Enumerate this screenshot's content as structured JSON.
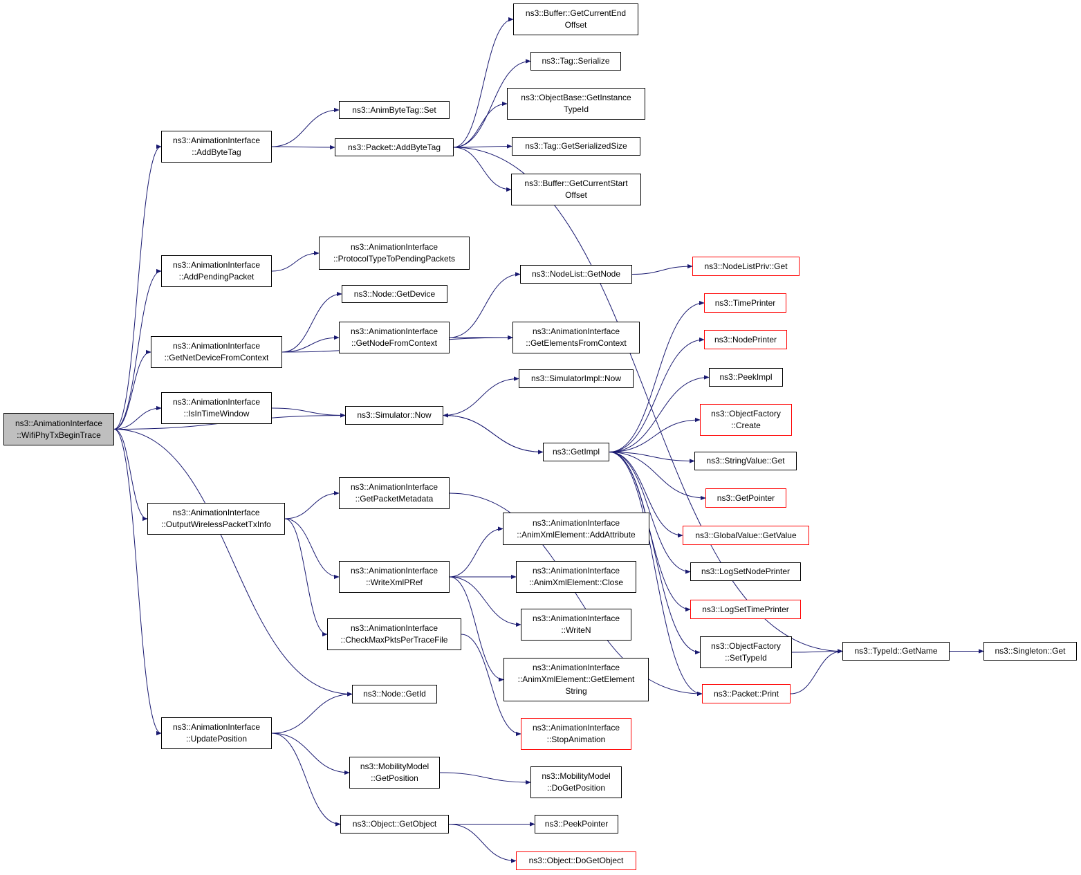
{
  "graph": {
    "edge_color": "#191970",
    "truncated_border_color": "#ff0000",
    "root_fill_color": "#bfbfbf",
    "nodes": [
      {
        "id": "wifi",
        "label": "ns3::AnimationInterface\n::WifiPhyTxBeginTrace",
        "root": true
      },
      {
        "id": "addbytetag",
        "label": "ns3::AnimationInterface\n::AddByteTag"
      },
      {
        "id": "addpending",
        "label": "ns3::AnimationInterface\n::AddPendingPacket"
      },
      {
        "id": "getnetdev",
        "label": "ns3::AnimationInterface\n::GetNetDeviceFromContext"
      },
      {
        "id": "isintime",
        "label": "ns3::AnimationInterface\n::IsInTimeWindow"
      },
      {
        "id": "outputwifi",
        "label": "ns3::AnimationInterface\n::OutputWirelessPacketTxInfo"
      },
      {
        "id": "updatepos",
        "label": "ns3::AnimationInterface\n::UpdatePosition"
      },
      {
        "id": "animbytetagset",
        "label": "ns3::AnimByteTag::Set"
      },
      {
        "id": "pktaddbytetag",
        "label": "ns3::Packet::AddByteTag"
      },
      {
        "id": "protocoltype",
        "label": "ns3::AnimationInterface\n::ProtocolTypeToPendingPackets"
      },
      {
        "id": "nodegetdevice",
        "label": "ns3::Node::GetDevice"
      },
      {
        "id": "getnodefromctx",
        "label": "ns3::AnimationInterface\n::GetNodeFromContext"
      },
      {
        "id": "simnow",
        "label": "ns3::Simulator::Now"
      },
      {
        "id": "getpktmeta",
        "label": "ns3::AnimationInterface\n::GetPacketMetadata"
      },
      {
        "id": "writexmlpref",
        "label": "ns3::AnimationInterface\n::WriteXmlPRef"
      },
      {
        "id": "checkmax",
        "label": "ns3::AnimationInterface\n::CheckMaxPktsPerTraceFile"
      },
      {
        "id": "nodegetid",
        "label": "ns3::Node::GetId"
      },
      {
        "id": "getposition",
        "label": "ns3::MobilityModel\n::GetPosition"
      },
      {
        "id": "getobject",
        "label": "ns3::Object::GetObject"
      },
      {
        "id": "bufendoffset",
        "label": "ns3::Buffer::GetCurrentEnd\nOffset"
      },
      {
        "id": "tagserialize",
        "label": "ns3::Tag::Serialize"
      },
      {
        "id": "objbasegetid",
        "label": "ns3::ObjectBase::GetInstance\nTypeId"
      },
      {
        "id": "tagsersize",
        "label": "ns3::Tag::GetSerializedSize"
      },
      {
        "id": "bufstartoffset",
        "label": "ns3::Buffer::GetCurrentStart\nOffset"
      },
      {
        "id": "nodelistgetnode",
        "label": "ns3::NodeList::GetNode"
      },
      {
        "id": "getelements",
        "label": "ns3::AnimationInterface\n::GetElementsFromContext"
      },
      {
        "id": "simimplnow",
        "label": "ns3::SimulatorImpl::Now"
      },
      {
        "id": "getimpl",
        "label": "ns3::GetImpl"
      },
      {
        "id": "addattribute",
        "label": "ns3::AnimationInterface\n::AnimXmlElement::AddAttribute"
      },
      {
        "id": "xmlclose",
        "label": "ns3::AnimationInterface\n::AnimXmlElement::Close"
      },
      {
        "id": "writen",
        "label": "ns3::AnimationInterface\n::WriteN"
      },
      {
        "id": "getelemstring",
        "label": "ns3::AnimationInterface\n::AnimXmlElement::GetElement\nString"
      },
      {
        "id": "stopanim",
        "label": "ns3::AnimationInterface\n::StopAnimation",
        "truncated": true
      },
      {
        "id": "dogetposition",
        "label": "ns3::MobilityModel\n::DoGetPosition"
      },
      {
        "id": "peekpointer",
        "label": "ns3::PeekPointer"
      },
      {
        "id": "dogetobject",
        "label": "ns3::Object::DoGetObject",
        "truncated": true
      },
      {
        "id": "nodelistprivget",
        "label": "ns3::NodeListPriv::Get",
        "truncated": true
      },
      {
        "id": "timeprinter",
        "label": "ns3::TimePrinter",
        "truncated": true
      },
      {
        "id": "nodeprinter",
        "label": "ns3::NodePrinter",
        "truncated": true
      },
      {
        "id": "peekimpl",
        "label": "ns3::PeekImpl"
      },
      {
        "id": "objfactcreate",
        "label": "ns3::ObjectFactory\n::Create",
        "truncated": true
      },
      {
        "id": "stringvalueget",
        "label": "ns3::StringValue::Get"
      },
      {
        "id": "getpointer",
        "label": "ns3::GetPointer",
        "truncated": true
      },
      {
        "id": "globalvalue",
        "label": "ns3::GlobalValue::GetValue",
        "truncated": true
      },
      {
        "id": "logsetnode",
        "label": "ns3::LogSetNodePrinter"
      },
      {
        "id": "logsettime",
        "label": "ns3::LogSetTimePrinter",
        "truncated": true
      },
      {
        "id": "objfactsettype",
        "label": "ns3::ObjectFactory\n::SetTypeId"
      },
      {
        "id": "packetprint",
        "label": "ns3::Packet::Print",
        "truncated": true
      },
      {
        "id": "typeidgetname",
        "label": "ns3::TypeId::GetName"
      },
      {
        "id": "singletonget",
        "label": "ns3::Singleton::Get"
      }
    ],
    "edges": [
      [
        "wifi",
        "addbytetag"
      ],
      [
        "wifi",
        "addpending"
      ],
      [
        "wifi",
        "getnetdev"
      ],
      [
        "wifi",
        "isintime"
      ],
      [
        "wifi",
        "simnow"
      ],
      [
        "wifi",
        "outputwifi"
      ],
      [
        "wifi",
        "nodegetid"
      ],
      [
        "wifi",
        "updatepos"
      ],
      [
        "addbytetag",
        "animbytetagset"
      ],
      [
        "addbytetag",
        "pktaddbytetag"
      ],
      [
        "pktaddbytetag",
        "bufendoffset"
      ],
      [
        "pktaddbytetag",
        "tagserialize"
      ],
      [
        "pktaddbytetag",
        "objbasegetid"
      ],
      [
        "pktaddbytetag",
        "tagsersize"
      ],
      [
        "pktaddbytetag",
        "bufstartoffset"
      ],
      [
        "pktaddbytetag",
        "typeidgetname"
      ],
      [
        "addpending",
        "protocoltype"
      ],
      [
        "getnetdev",
        "nodegetdevice"
      ],
      [
        "getnetdev",
        "getnodefromctx"
      ],
      [
        "getnetdev",
        "getelements"
      ],
      [
        "getnodefromctx",
        "nodelistgetnode"
      ],
      [
        "getnodefromctx",
        "getelements"
      ],
      [
        "nodelistgetnode",
        "nodelistprivget"
      ],
      [
        "isintime",
        "simnow"
      ],
      [
        "simnow",
        "simimplnow"
      ],
      [
        "simnow",
        "getimpl"
      ],
      [
        "getimpl",
        "simnow"
      ],
      [
        "getimpl",
        "timeprinter"
      ],
      [
        "getimpl",
        "nodeprinter"
      ],
      [
        "getimpl",
        "peekimpl"
      ],
      [
        "getimpl",
        "objfactcreate"
      ],
      [
        "getimpl",
        "stringvalueget"
      ],
      [
        "getimpl",
        "getpointer"
      ],
      [
        "getimpl",
        "globalvalue"
      ],
      [
        "getimpl",
        "logsetnode"
      ],
      [
        "getimpl",
        "logsettime"
      ],
      [
        "getimpl",
        "objfactsettype"
      ],
      [
        "getimpl",
        "packetprint"
      ],
      [
        "outputwifi",
        "getpktmeta"
      ],
      [
        "outputwifi",
        "writexmlpref"
      ],
      [
        "outputwifi",
        "checkmax"
      ],
      [
        "getpktmeta",
        "packetprint"
      ],
      [
        "writexmlpref",
        "addattribute"
      ],
      [
        "writexmlpref",
        "xmlclose"
      ],
      [
        "writexmlpref",
        "writen"
      ],
      [
        "writexmlpref",
        "getelemstring"
      ],
      [
        "checkmax",
        "stopanim"
      ],
      [
        "updatepos",
        "nodegetid"
      ],
      [
        "updatepos",
        "getposition"
      ],
      [
        "updatepos",
        "getobject"
      ],
      [
        "getposition",
        "dogetposition"
      ],
      [
        "getobject",
        "peekpointer"
      ],
      [
        "getobject",
        "dogetobject"
      ],
      [
        "objfactsettype",
        "typeidgetname"
      ],
      [
        "packetprint",
        "typeidgetname"
      ],
      [
        "typeidgetname",
        "singletonget"
      ]
    ]
  }
}
